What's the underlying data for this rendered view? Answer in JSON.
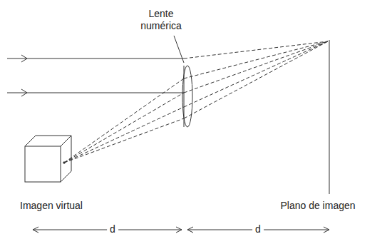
{
  "diagram": {
    "labels": [
      "Lente numérica",
      "Imagen virtual",
      "Plano de imagen",
      "d",
      "d"
    ]
  }
}
